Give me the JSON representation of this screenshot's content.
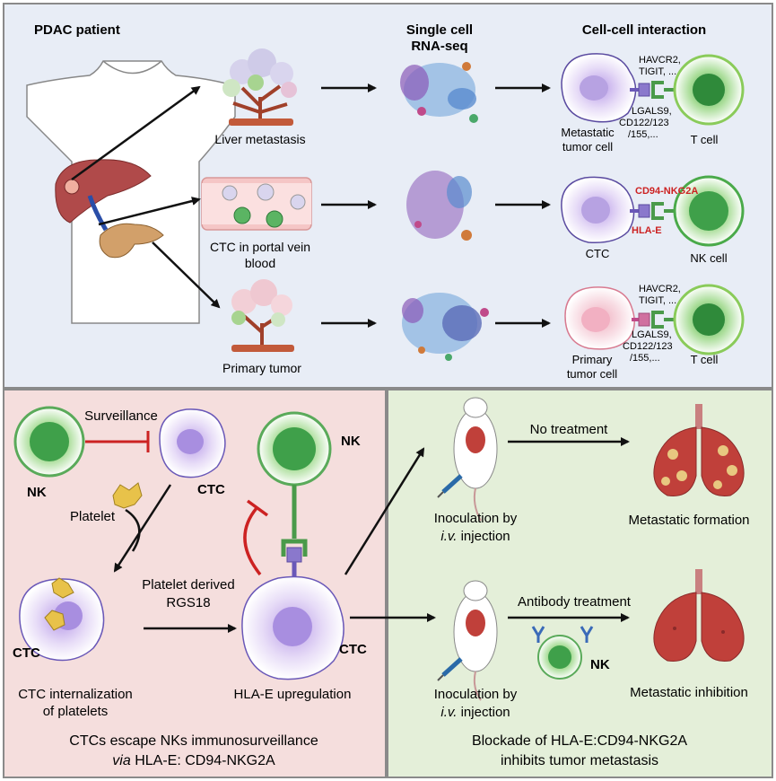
{
  "top": {
    "headers": {
      "patient": "PDAC patient",
      "scrna_line1": "Single cell",
      "scrna_line2": "RNA-seq",
      "interaction": "Cell-cell interaction"
    },
    "rows": [
      {
        "site_label": "Liver metastasis",
        "ligand_top_1": "HAVCR2,",
        "ligand_top_2": "TIGIT, ...",
        "ligand_bottom_1": "LGALS9,",
        "ligand_bottom_2": "CD122/123",
        "ligand_bottom_3": "/155,...",
        "tumor_label_1": "Metastatic",
        "tumor_label_2": "tumor cell",
        "immune_label": "T cell"
      },
      {
        "site_label_1": "CTC in portal vein",
        "site_label_2": "blood",
        "receptor_label": "CD94-NKG2A",
        "ligand_label": "HLA-E",
        "tumor_label": "CTC",
        "immune_label": "NK cell"
      },
      {
        "site_label": "Primary tumor",
        "ligand_top_1": "HAVCR2,",
        "ligand_top_2": "TIGIT, ...",
        "ligand_bottom_1": "LGALS9,",
        "ligand_bottom_2": "CD122/123",
        "ligand_bottom_3": "/155,...",
        "tumor_label_1": "Primary",
        "tumor_label_2": "tumor cell",
        "immune_label": "T cell"
      }
    ]
  },
  "left": {
    "surveillance": "Surveillance",
    "nk": "NK",
    "ctc": "CTC",
    "platelet": "Platelet",
    "platelet_derived": "Platelet derived",
    "rgs18": "RGS18",
    "nk_right": "NK",
    "ctc_internal": "CTC",
    "ctc_up": "CTC",
    "caption_internal_1": "CTC internalization",
    "caption_internal_2": "of platelets",
    "caption_hla": "HLA-E upregulation",
    "footer_1": "CTCs escape NKs immunosurveillance",
    "footer_2_italic": "via",
    "footer_2_rest": " HLA-E: CD94-NKG2A"
  },
  "right": {
    "no_treatment": "No treatment",
    "antibody_treatment": "Antibody treatment",
    "inoculation_1": "Inoculation by",
    "inoculation_2_italic": "i.v.",
    "inoculation_2_rest": " injection",
    "met_formation": "Metastatic formation",
    "met_inhibition": "Metastatic inhibition",
    "nk": "NK",
    "footer_1": "Blockade of HLA-E:CD94-NKG2A",
    "footer_2": "inhibits tumor metastasis"
  },
  "colors": {
    "receptor_red": "#cc2222",
    "nk_green": "#6fbf5a",
    "tumor_purple": "#9b7fd0",
    "arrow_black": "#111111"
  }
}
